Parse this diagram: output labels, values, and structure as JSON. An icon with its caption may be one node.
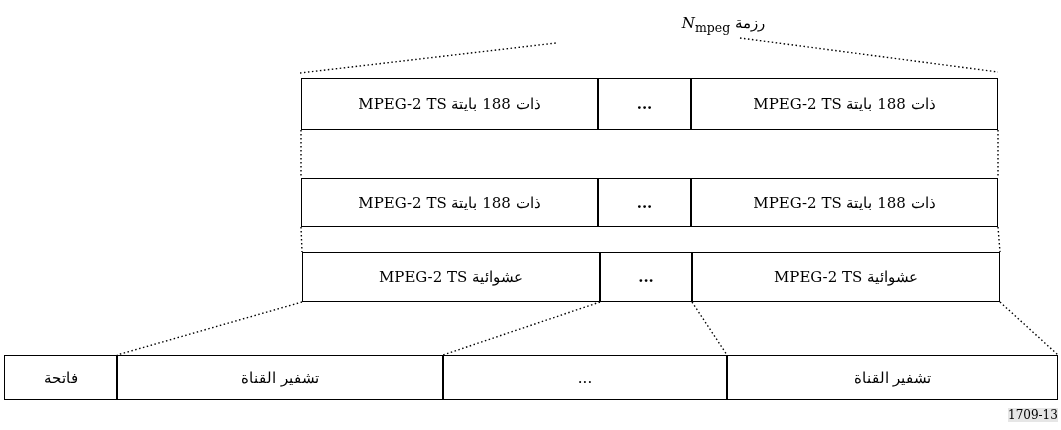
{
  "diagram": {
    "nodes": [
      {
        "text": [
          "MPEG-2 TS ذات 188 بايتة"
        ]
      },
      {
        "text": [
          "..."
        ]
      },
      {
        "text": [
          "MPEG-2 TS ذات 188 بايتة"
        ]
      },
      {
        "text": [
          "MPEG-2 TS ذات 188 بايتة"
        ]
      },
      {
        "text": [
          "..."
        ]
      },
      {
        "text": [
          "MPEG-2 TS ذات 188 بايتة"
        ]
      },
      {
        "text": [
          "MPEG-2 TS عشوائية"
        ]
      },
      {
        "text": [
          "..."
        ]
      },
      {
        "text": [
          "MPEG-2 TS عشوائية"
        ]
      },
      {
        "text": [
          "فاتحة"
        ]
      },
      {
        "text": [
          "تشفير القناة"
        ]
      },
      {
        "text": [
          "..."
        ]
      },
      {
        "text": [
          "تشفير القناة"
        ]
      }
    ],
    "edges": [
      {
        "from": 0,
        "to": 3,
        "arrow": "none",
        "style": "dashed"
      },
      {
        "from": 2,
        "to": 5,
        "arrow": "none",
        "style": "dashed"
      },
      {
        "from": 3,
        "to": 6,
        "arrow": "none",
        "style": "dashed"
      },
      {
        "from": 5,
        "to": 8,
        "arrow": "none",
        "style": "dashed"
      },
      {
        "from": 6,
        "to": 9,
        "arrow": "none",
        "style": "dashed"
      },
      {
        "from": 7,
        "to": 11,
        "arrow": "none",
        "style": "dashed"
      },
      {
        "from": 7,
        "to": 11,
        "arrow": "none",
        "style": "dashed"
      },
      {
        "from": 8,
        "to": 12,
        "arrow": "none",
        "style": "dashed"
      }
    ],
    "labels": [
      "رزمة *N*$_{mpeg}$",
      "1709-13"
    ]
  }
}
